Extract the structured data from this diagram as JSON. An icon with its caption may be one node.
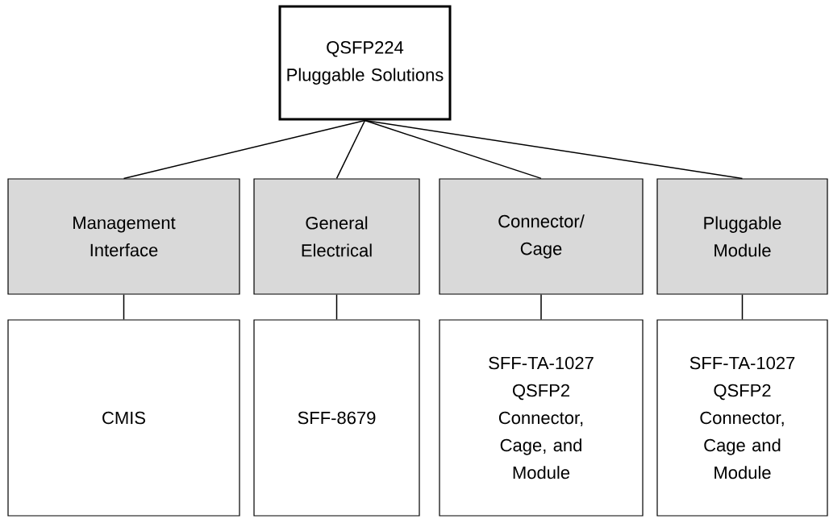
{
  "diagram": {
    "nodes": [
      {
        "text": [
          "QSFP224 Pluggable Solutions"
        ]
      },
      {
        "text": [
          "Management Interface"
        ]
      },
      {
        "text": [
          "General Electrical"
        ]
      },
      {
        "text": [
          "Connector/ Cage"
        ]
      },
      {
        "text": [
          "Pluggable Module"
        ]
      },
      {
        "text": [
          "CMIS"
        ]
      },
      {
        "text": [
          "SFF-8679"
        ]
      },
      {
        "text": [
          "SFF-TA-1027 QSFP2 Connector, Cage, and Module"
        ]
      },
      {
        "text": [
          "SFF-TA-1027 QSFP2 Connector, Cage and Module"
        ]
      }
    ],
    "edges": [
      {
        "from": 0,
        "to": 1,
        "arrow": "none"
      },
      {
        "from": 0,
        "to": 2,
        "arrow": "none"
      },
      {
        "from": 0,
        "to": 3,
        "arrow": "none"
      },
      {
        "from": 0,
        "to": 4,
        "arrow": "none"
      },
      {
        "from": 1,
        "to": 5,
        "arrow": "none"
      },
      {
        "from": 2,
        "to": 6,
        "arrow": "none"
      },
      {
        "from": 3,
        "to": 7,
        "arrow": "none"
      },
      {
        "from": 4,
        "to": 8,
        "arrow": "none"
      }
    ]
  }
}
